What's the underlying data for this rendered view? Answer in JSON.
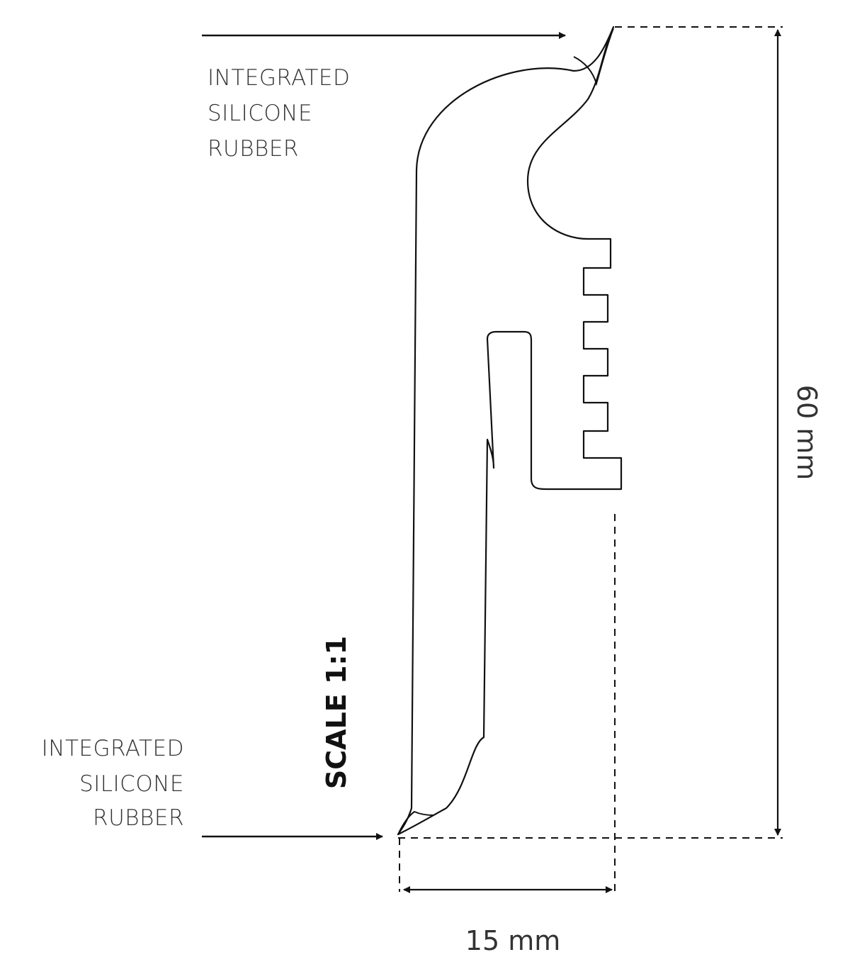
{
  "colors": {
    "line": "#111111",
    "text": "#333333",
    "background": "#ffffff"
  },
  "labels": {
    "top_callout": [
      "INTEGRATED",
      "SILICONE",
      "RUBBER"
    ],
    "bottom_callout": [
      "INTEGRATED",
      "SILICONE",
      "RUBBER"
    ]
  },
  "dimensions": {
    "height": "60 mm",
    "width": "15 mm"
  },
  "scale": "SCALE 1:1"
}
